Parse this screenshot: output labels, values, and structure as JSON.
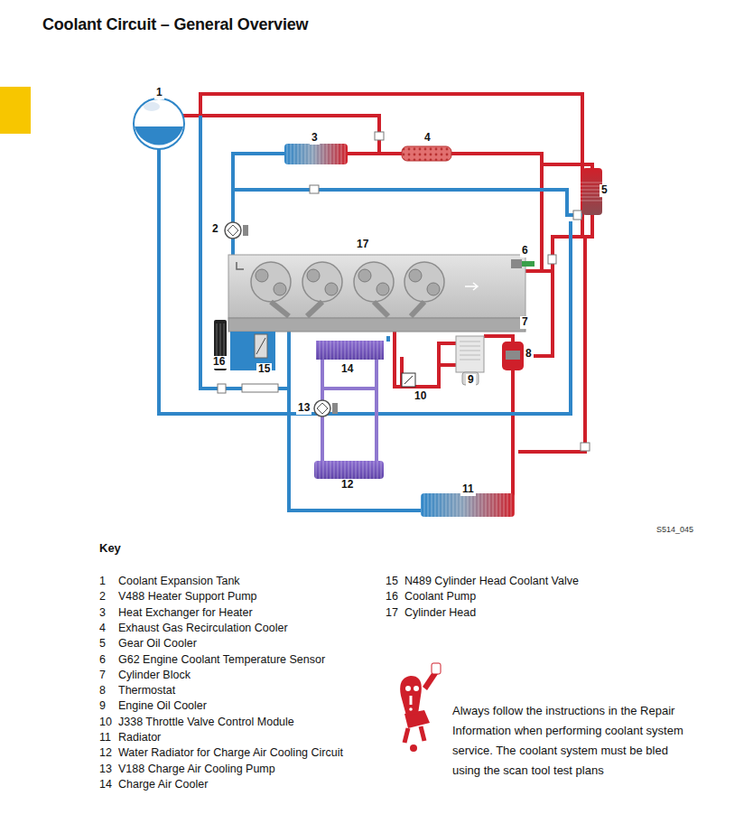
{
  "diagram": {
    "title": "Coolant Circuit – General Overview",
    "labels": [
      "1",
      "3",
      "4",
      "5",
      "2",
      "17",
      "6",
      "7",
      "8",
      "16",
      "15",
      "14",
      "9",
      "10",
      "13",
      "12",
      "11",
      "S514_045",
      "Key",
      "1",
      "Coolant Expansion Tank",
      "2",
      "V488 Heater Support Pump",
      "3",
      "Heat Exchanger for Heater",
      "4",
      "Exhaust Gas Recirculation Cooler",
      "5",
      "Gear Oil Cooler",
      "6",
      "G62 Engine Coolant Temperature Sensor",
      "7",
      "Cylinder Block",
      "8",
      "Thermostat",
      "9",
      "Engine Oil Cooler",
      "10",
      "J338 Throttle Valve Control Module",
      "11",
      "Radiator",
      "12",
      "Water Radiator for Charge Air Cooling Circuit",
      "13",
      "V188 Charge Air Cooling Pump",
      "14",
      "Charge Air Cooler",
      "15",
      "N489 Cylinder Head Coolant Valve",
      "16",
      "Coolant Pump",
      "17",
      "Cylinder Head",
      "Always follow the instructions in the Repair Information when performing coolant system service. The coolant system must be bled using the scan tool test plans"
    ]
  }
}
